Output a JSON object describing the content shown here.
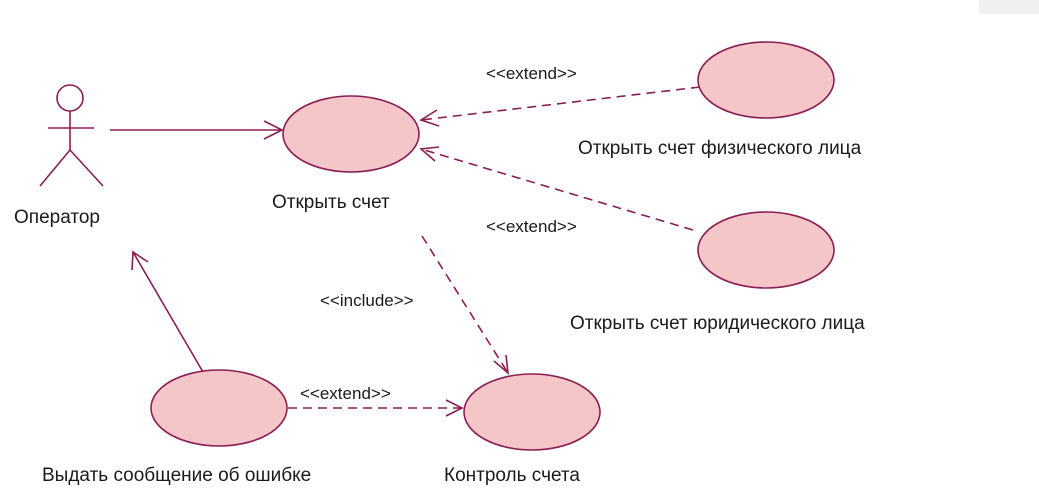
{
  "actor": {
    "name": "Оператор"
  },
  "use_cases": {
    "open_account": "Открыть счет",
    "open_individual": "Открыть счет физического лица",
    "open_legal": "Открыть счет юридического лица",
    "account_control": "Контроль счета",
    "error_message": "Выдать сообщение об ошибке"
  },
  "relations": {
    "extend_individual": "<<extend>>",
    "extend_legal": "<<extend>>",
    "include_control": "<<include>>",
    "extend_error": "<<extend>>"
  },
  "colors": {
    "line": "#8b1e54",
    "use_case_fill": "#f4c6c8",
    "text": "#1a1a1a"
  }
}
